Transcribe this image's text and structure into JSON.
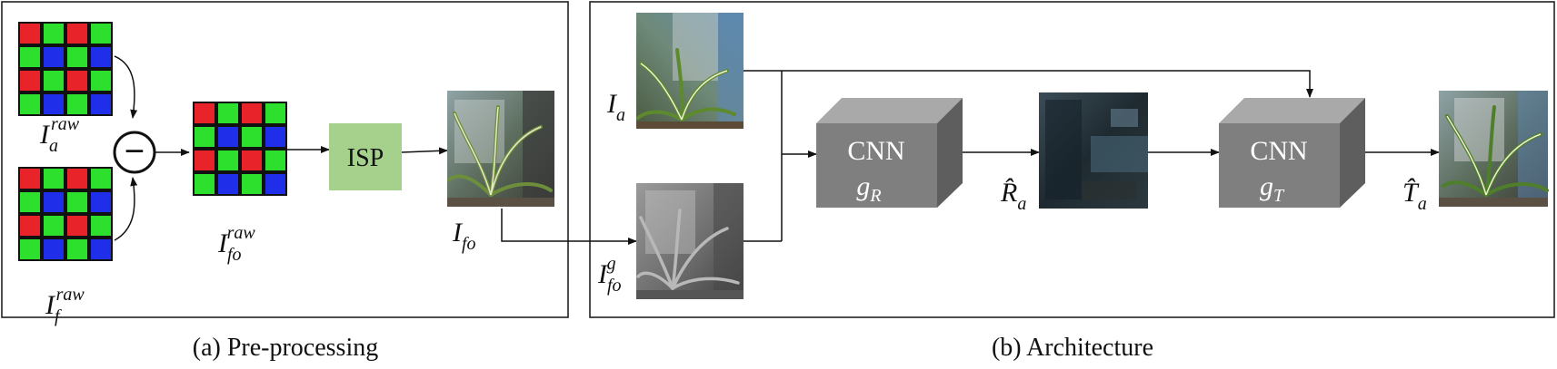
{
  "panels": {
    "left": {
      "caption": "(a) Pre-processing"
    },
    "right": {
      "caption": "(b) Architecture"
    }
  },
  "labels": {
    "ia_raw": {
      "base": "I",
      "sub": "a",
      "sup": "raw"
    },
    "if_raw": {
      "base": "I",
      "sub": "f",
      "sup": "raw"
    },
    "ifo_raw": {
      "base": "I",
      "sub": "fo",
      "sup": "raw"
    },
    "ifo": {
      "base": "I",
      "sub": "fo"
    },
    "ia": {
      "base": "I",
      "sub": "a"
    },
    "ifo_g": {
      "base": "I",
      "sub": "fo",
      "sup": "g"
    },
    "ra_hat": {
      "base": "R̂",
      "sub": "a"
    },
    "ta_hat": {
      "base": "T̂",
      "sub": "a"
    }
  },
  "blocks": {
    "isp": "ISP",
    "cnn_r": {
      "title": "CNN",
      "fn": "g",
      "sub": "R"
    },
    "cnn_t": {
      "title": "CNN",
      "fn": "g",
      "sub": "T"
    }
  },
  "operator": "−",
  "colors": {
    "bayer_red": "#e8232a",
    "bayer_green": "#2ee02e",
    "bayer_blue": "#1f2ee8",
    "isp_fill": "#a6d18d",
    "cnn_front": "#7f7f7f",
    "cnn_top": "#a9a9a9",
    "cnn_side": "#5e5e5e"
  }
}
